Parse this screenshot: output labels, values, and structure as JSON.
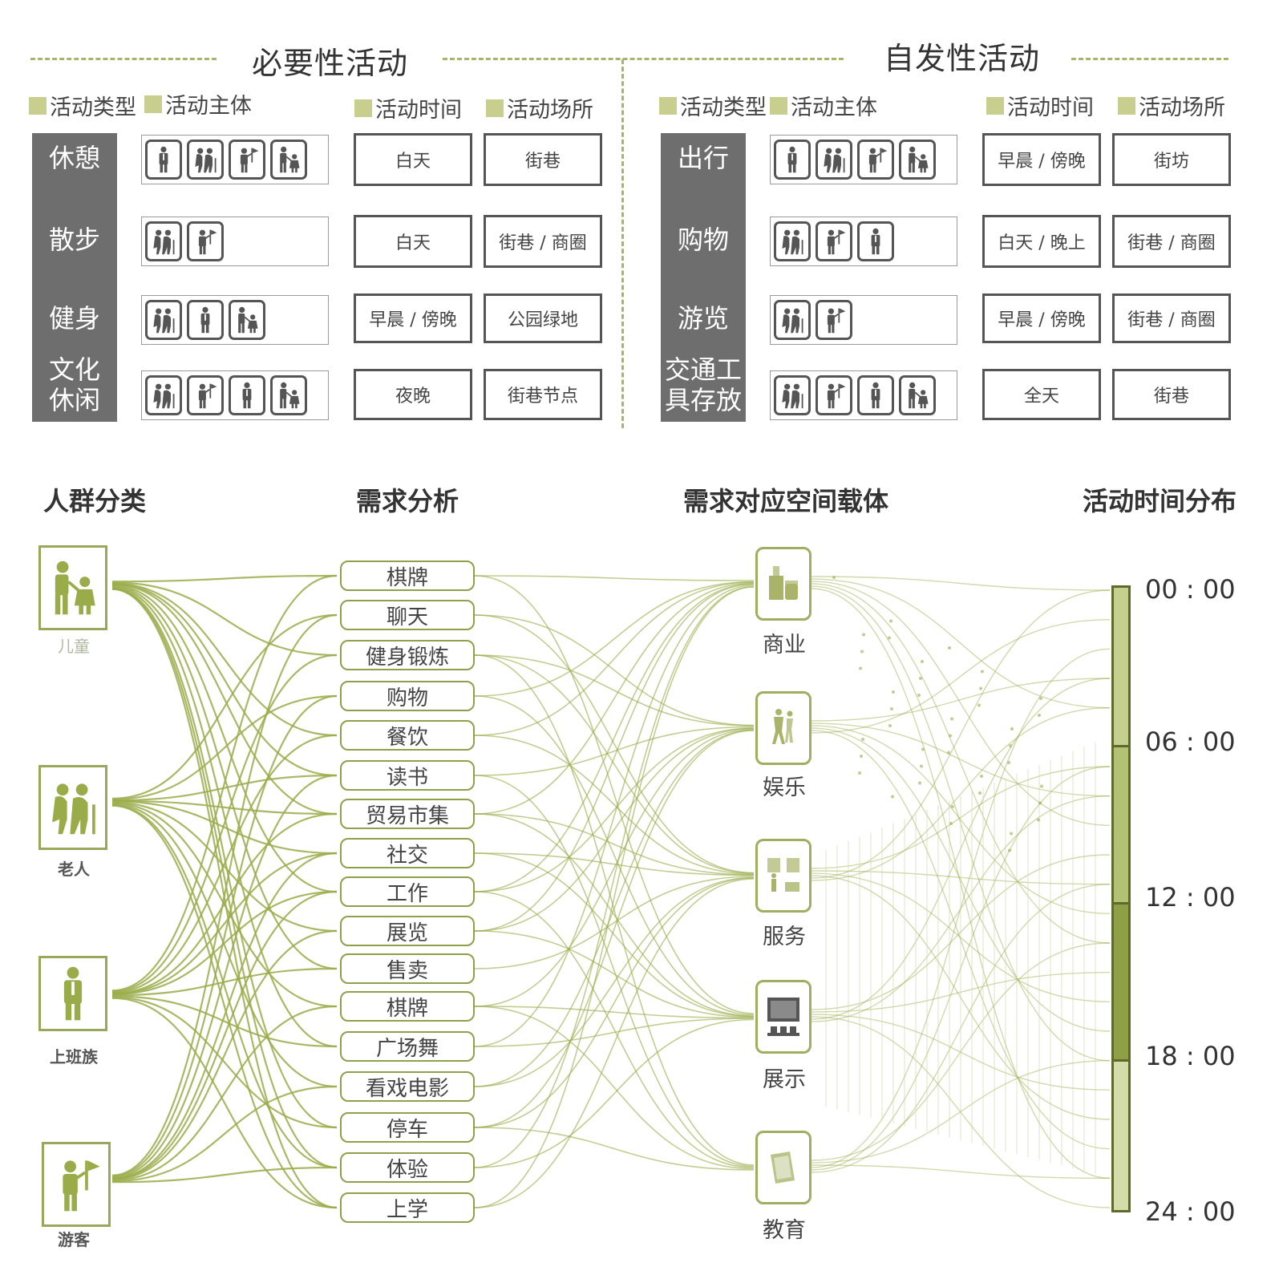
{
  "sections": {
    "necessary": {
      "title": "必要性活动",
      "headers": [
        "活动类型",
        "活动主体",
        "活动时间",
        "活动场所"
      ],
      "rows": [
        {
          "type": "休憩",
          "subjects": [
            "worker-icon",
            "elderly-icon",
            "tourist-icon",
            "child-icon"
          ],
          "time": "白天",
          "place": "街巷"
        },
        {
          "type": "散步",
          "subjects": [
            "elderly-icon",
            "tourist-icon"
          ],
          "time": "白天",
          "place": "街巷 / 商圈"
        },
        {
          "type": "健身",
          "subjects": [
            "elderly-icon",
            "worker-icon",
            "child-icon"
          ],
          "time": "早晨 / 傍晚",
          "place": "公园绿地"
        },
        {
          "type": "文化\n休闲",
          "subjects": [
            "elderly-icon",
            "tourist-icon",
            "worker-icon",
            "child-icon"
          ],
          "time": "夜晚",
          "place": "街巷节点"
        }
      ]
    },
    "spontaneous": {
      "title": "自发性活动",
      "headers": [
        "活动类型",
        "活动主体",
        "活动时间",
        "活动场所"
      ],
      "rows": [
        {
          "type": "出行",
          "subjects": [
            "worker-icon",
            "elderly-icon",
            "tourist-icon",
            "child-icon"
          ],
          "time": "早晨 / 傍晚",
          "place": "街坊"
        },
        {
          "type": "购物",
          "subjects": [
            "elderly-icon",
            "tourist-icon",
            "worker-icon"
          ],
          "time": "白天 / 晚上",
          "place": "街巷 / 商圈"
        },
        {
          "type": "游览",
          "subjects": [
            "elderly-icon",
            "tourist-icon"
          ],
          "time": "早晨 / 傍晚",
          "place": "街巷 / 商圈"
        },
        {
          "type": "交通工\n具存放",
          "subjects": [
            "elderly-icon",
            "tourist-icon",
            "worker-icon",
            "child-icon"
          ],
          "time": "全天",
          "place": "街巷"
        }
      ]
    }
  },
  "flow": {
    "headings": {
      "people": "人群分类",
      "needs": "需求分析",
      "carriers": "需求对应空间载体",
      "time": "活动时间分布"
    },
    "people": [
      {
        "label": "儿童",
        "icon": "child-icon"
      },
      {
        "label": "老人",
        "icon": "elderly-icon"
      },
      {
        "label": "上班族",
        "icon": "worker-icon"
      },
      {
        "label": "游客",
        "icon": "tourist-icon"
      }
    ],
    "needs": [
      "棋牌",
      "聊天",
      "健身锻炼",
      "购物",
      "餐饮",
      "读书",
      "贸易市集",
      "社交",
      "工作",
      "展览",
      "售卖",
      "棋牌",
      "广场舞",
      "看戏电影",
      "停车",
      "体验",
      "上学"
    ],
    "carriers": [
      {
        "label": "商业",
        "icon": "commerce-icon"
      },
      {
        "label": "娱乐",
        "icon": "entertainment-icon"
      },
      {
        "label": "服务",
        "icon": "service-icon"
      },
      {
        "label": "展示",
        "icon": "display-icon"
      },
      {
        "label": "教育",
        "icon": "education-icon"
      }
    ],
    "time_ticks": [
      "00 : 00",
      "06 : 00",
      "12 : 00",
      "18 : 00",
      "24 : 00"
    ]
  },
  "colors": {
    "accent": "#a9b46a",
    "flow_line": "#9aab4a",
    "type_bg": "#6e6e6e",
    "header_square": "#c8cf8e",
    "time_bar_light": "#c5d08f",
    "time_bar_mid": "#b3c174",
    "time_bar_dark": "#8f9f45"
  }
}
